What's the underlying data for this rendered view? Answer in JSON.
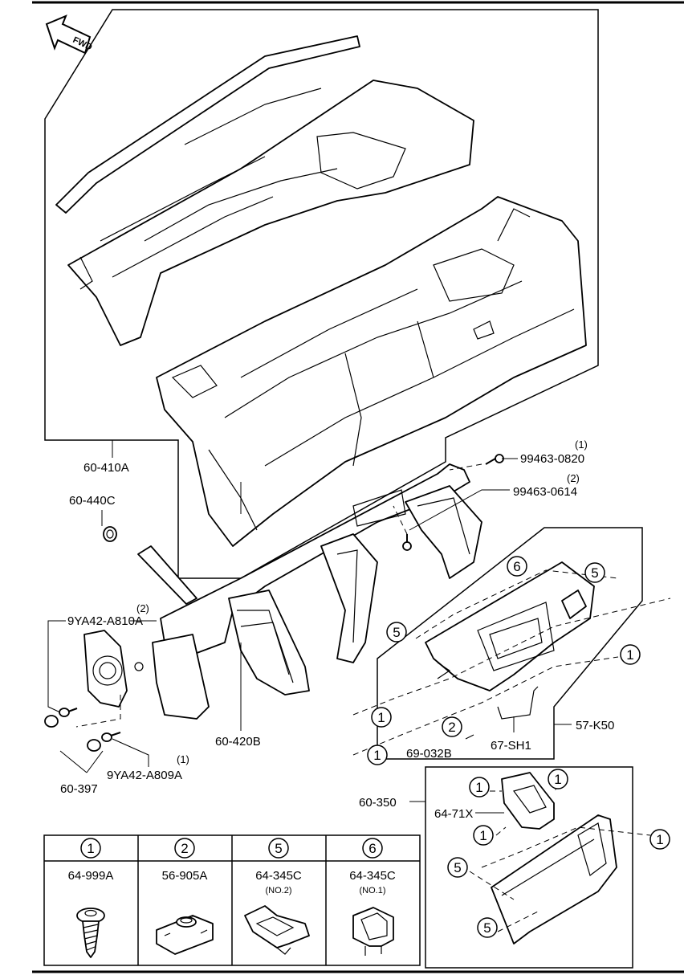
{
  "direction_label": "FWD",
  "callouts": {
    "c1": "1",
    "c2": "2",
    "c5": "5",
    "c6": "6"
  },
  "parts": {
    "p_60_410A": "60-410A",
    "p_60_440C": "60-440C",
    "p_99463_0820": "99463-0820",
    "p_99463_0820_qty": "(1)",
    "p_99463_0614": "99463-0614",
    "p_99463_0614_qty": "(2)",
    "p_9YA42_A810A": "9YA42-A810A",
    "p_9YA42_A810A_qty": "(2)",
    "p_9YA42_A809A": "9YA42-A809A",
    "p_9YA42_A809A_qty": "(1)",
    "p_60_397": "60-397",
    "p_60_420B": "60-420B",
    "p_57_K50": "57-K50",
    "p_69_032B": "69-032B",
    "p_67_SH1": "67-SH1",
    "p_60_350": "60-350",
    "p_64_71X": "64-71X"
  },
  "legend": {
    "columns": [
      {
        "num": "1",
        "part": "64-999A",
        "note": ""
      },
      {
        "num": "2",
        "part": "56-905A",
        "note": ""
      },
      {
        "num": "5",
        "part": "64-345C",
        "note": "(NO.2)"
      },
      {
        "num": "6",
        "part": "64-345C",
        "note": "(NO.1)"
      }
    ]
  }
}
